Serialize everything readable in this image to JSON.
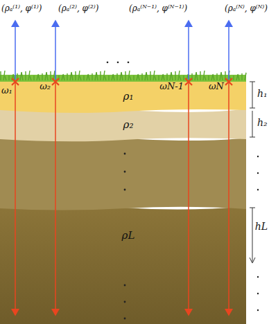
{
  "diagram": {
    "nodes": [
      {
        "text": [
          "ρ₁"
        ]
      },
      {
        "text": [
          "ρ₂"
        ]
      },
      {
        "text": [
          "ρL"
        ]
      }
    ],
    "labels": [
      "(ρₐ⁽¹⁾, φ⁽¹⁾)",
      "(ρₐ⁽²⁾, φ⁽²⁾)",
      "(ρₐ⁽ᴺ⁻¹⁾, φ⁽ᴺ⁻¹⁾)",
      "(ρₐ⁽ᴺ⁾, φ⁽ᴺ⁾)",
      "ω₁",
      "ω₂",
      "ωN-1",
      "ωN",
      "h₁",
      "h₂",
      "hL"
    ]
  }
}
